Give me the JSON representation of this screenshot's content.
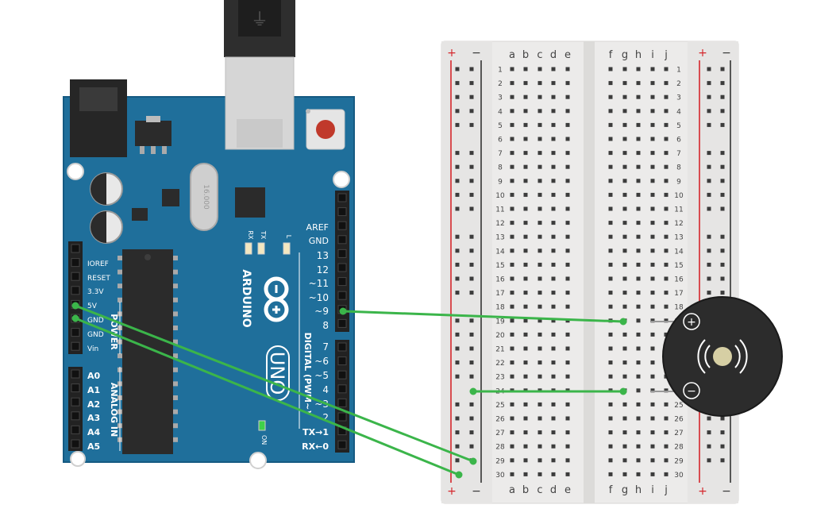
{
  "arduino": {
    "brand": "ARDUINO",
    "model": "UNO",
    "on_label": "ON",
    "led_l": "L",
    "led_tx": "TX",
    "led_rx": "RX",
    "crystal_text": "16.000",
    "power_header_labels": [
      "IOREF",
      "RESET",
      "3.3V",
      "5V",
      "GND",
      "GND",
      "Vin"
    ],
    "power_section_title": "POWER",
    "analog_labels": [
      "A0",
      "A1",
      "A2",
      "A3",
      "A4",
      "A5"
    ],
    "analog_section_title": "ANALOG IN",
    "digital_top_labels": [
      "AREF",
      "GND",
      "13",
      "12",
      "~11",
      "~10",
      "~9",
      "8"
    ],
    "digital_bottom_labels": [
      "7",
      "~6",
      "~5",
      "4",
      "~3",
      "2",
      "TX→1",
      "RX←0"
    ],
    "digital_section_title": "DIGITAL (PWM~)"
  },
  "breadboard": {
    "columns_left": [
      "a",
      "b",
      "c",
      "d",
      "e"
    ],
    "columns_right": [
      "f",
      "g",
      "h",
      "i",
      "j"
    ],
    "rows": [
      "1",
      "2",
      "3",
      "4",
      "5",
      "6",
      "7",
      "8",
      "9",
      "10",
      "11",
      "12",
      "13",
      "14",
      "15",
      "16",
      "17",
      "18",
      "19",
      "20",
      "21",
      "22",
      "23",
      "24",
      "25",
      "26",
      "27",
      "28",
      "29",
      "30"
    ],
    "rail_plus": "+",
    "rail_minus": "−"
  },
  "buzzer": {
    "plus_label": "+",
    "minus_label": "−"
  },
  "colors": {
    "board": "#1f6f9b",
    "wire": "#3bb54a",
    "rail_red": "#d4252b",
    "breadboard": "#ecebea"
  }
}
